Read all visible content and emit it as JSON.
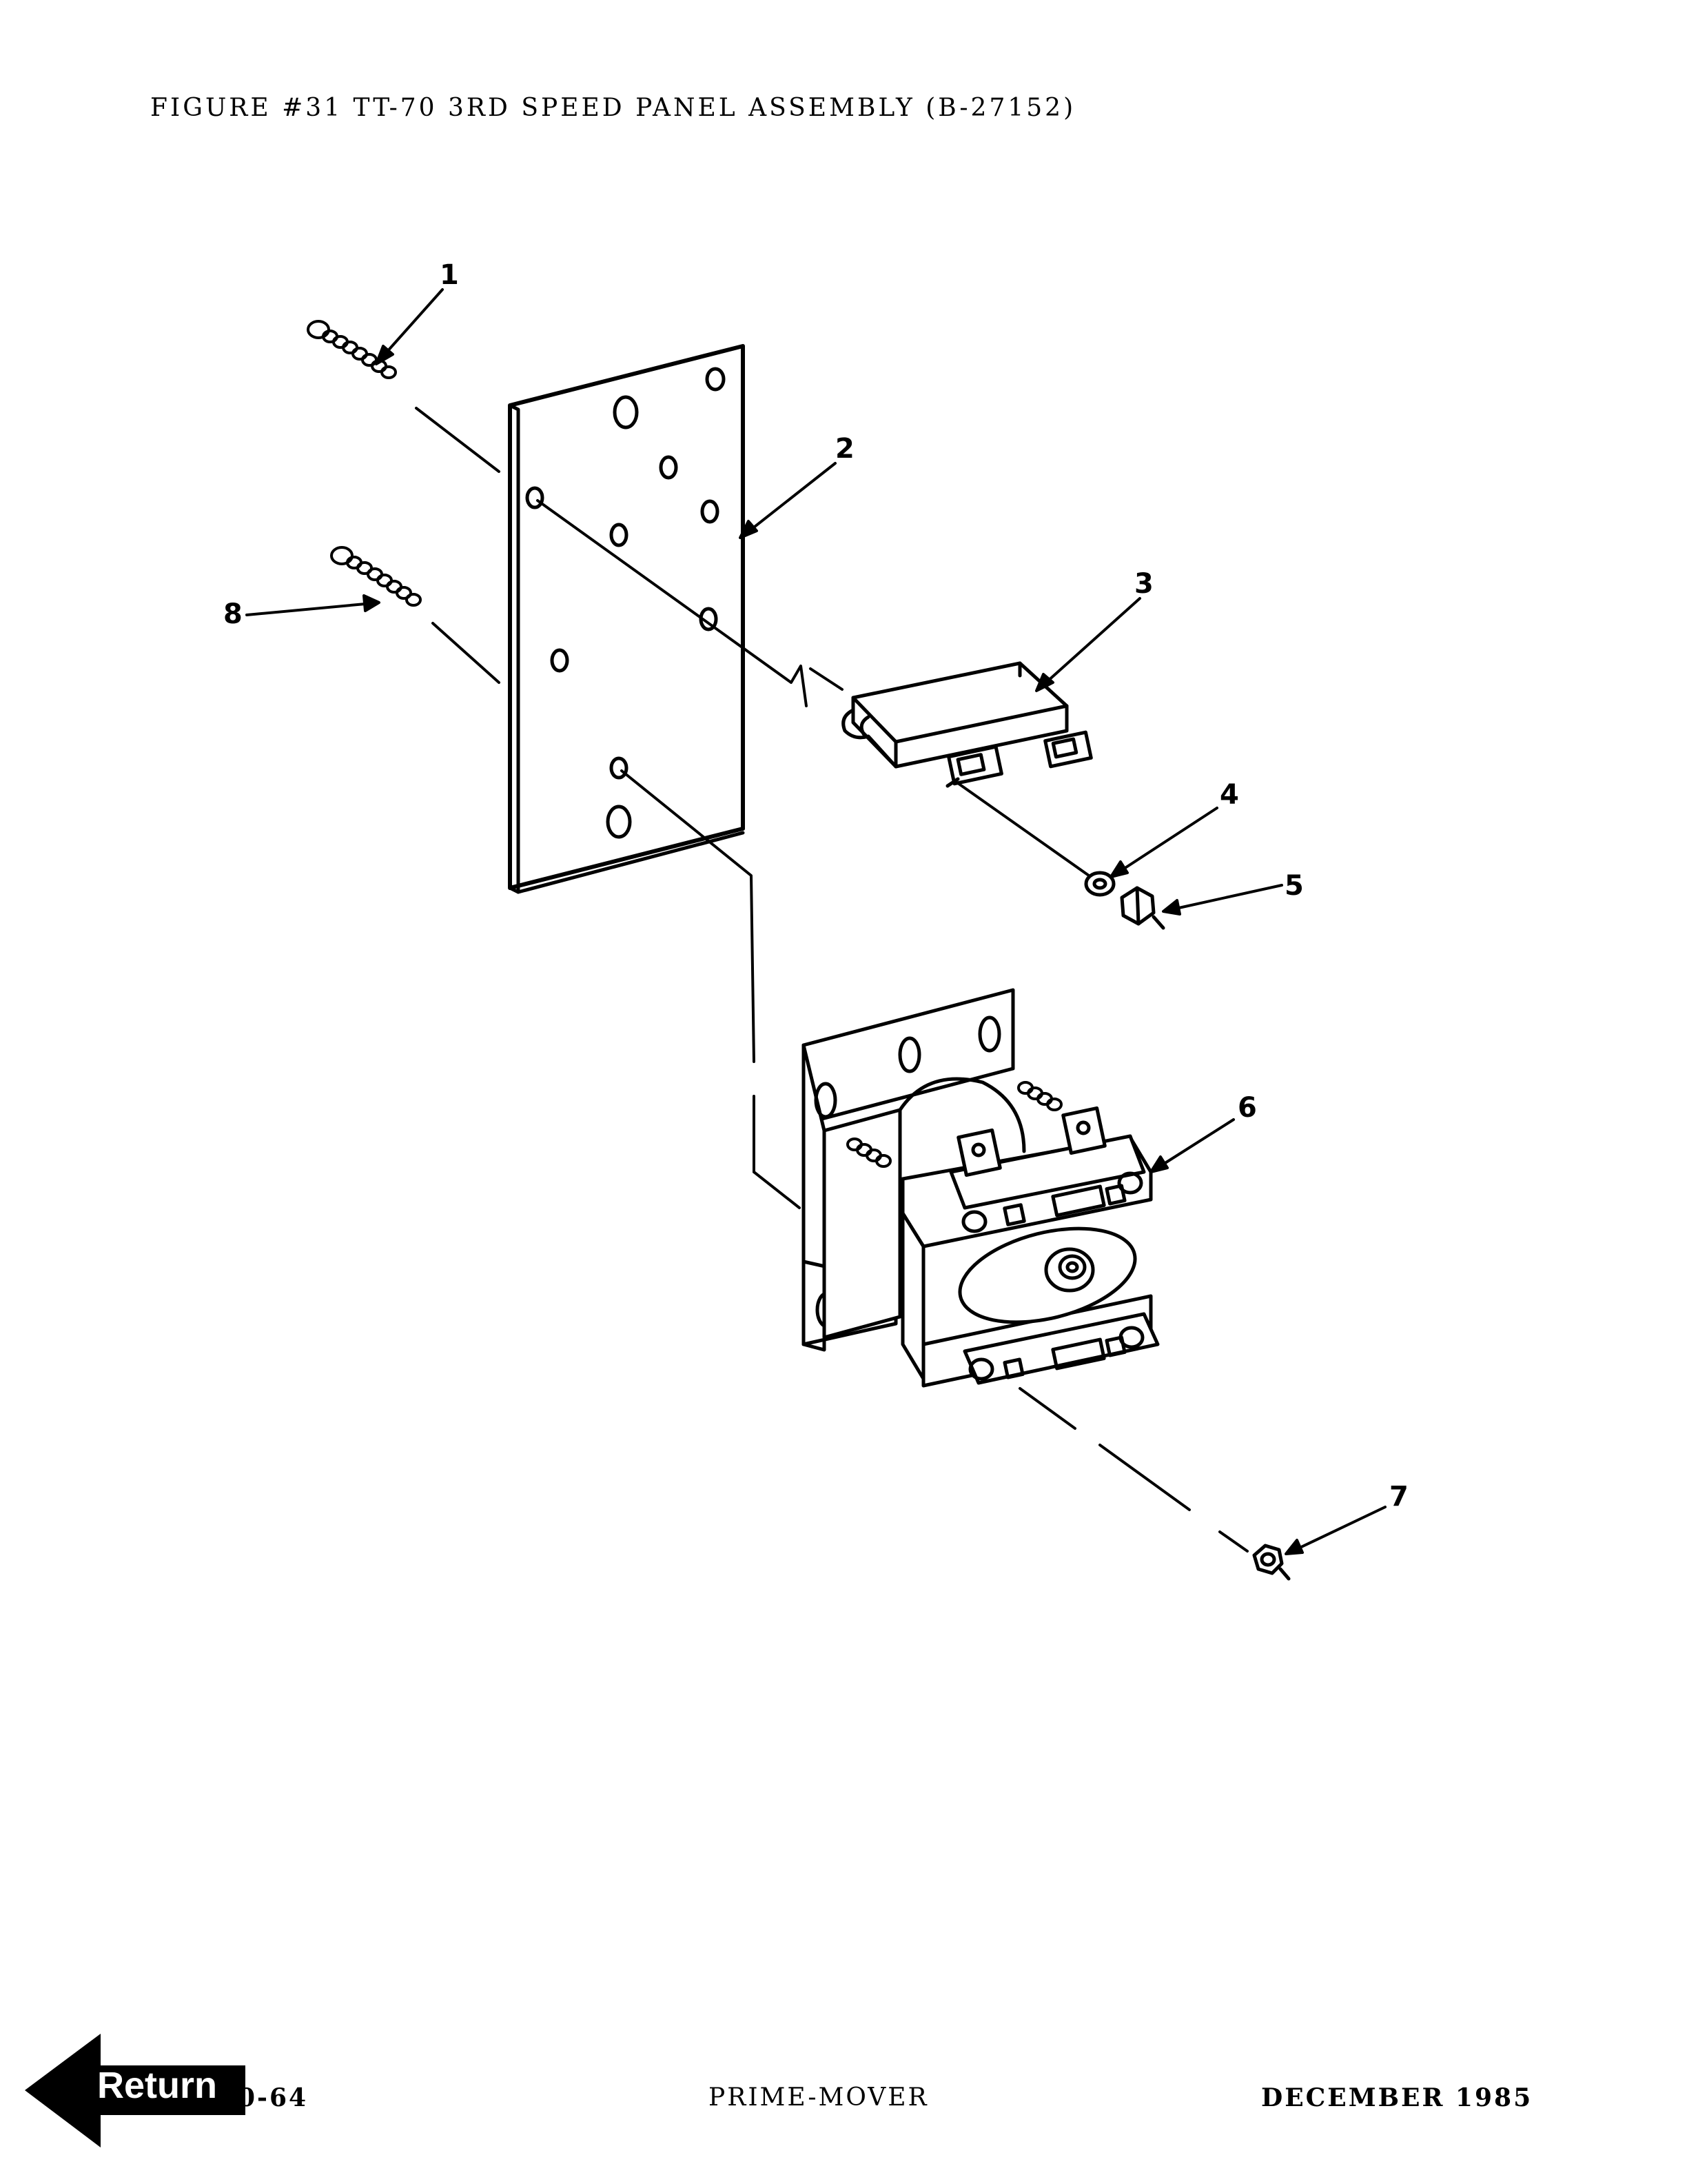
{
  "figure": {
    "title": "FIGURE #31 TT-70 3RD SPEED PANEL ASSEMBLY (B-27152)"
  },
  "callouts": [
    "1",
    "2",
    "3",
    "4",
    "5",
    "6",
    "7",
    "8"
  ],
  "footer": {
    "page_fragment": "0-64",
    "section": "PRIME-MOVER",
    "date": "DECEMBER 1985"
  },
  "nav": {
    "return_label": "Return",
    "return_icon": "left-arrow-icon"
  }
}
